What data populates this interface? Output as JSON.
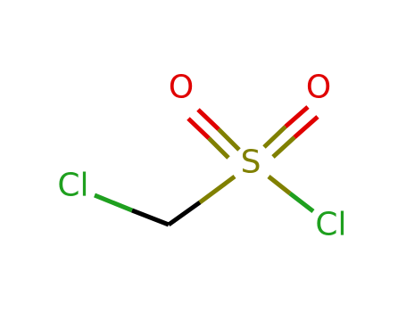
{
  "molecule": {
    "atoms": [
      {
        "id": "cl1",
        "symbol": "Cl",
        "color": "#1fa01f"
      },
      {
        "id": "c1",
        "symbol": "",
        "color": "#000000"
      },
      {
        "id": "s1",
        "symbol": "S",
        "color": "#808000"
      },
      {
        "id": "o1",
        "symbol": "O",
        "color": "#e00000"
      },
      {
        "id": "o2",
        "symbol": "O",
        "color": "#e00000"
      },
      {
        "id": "cl2",
        "symbol": "Cl",
        "color": "#1fa01f"
      }
    ],
    "bonds": [
      {
        "from": "cl1",
        "to": "c1",
        "order": 1
      },
      {
        "from": "c1",
        "to": "s1",
        "order": 1
      },
      {
        "from": "s1",
        "to": "o1",
        "order": 2
      },
      {
        "from": "s1",
        "to": "o2",
        "order": 2
      },
      {
        "from": "s1",
        "to": "cl2",
        "order": 1
      }
    ]
  }
}
